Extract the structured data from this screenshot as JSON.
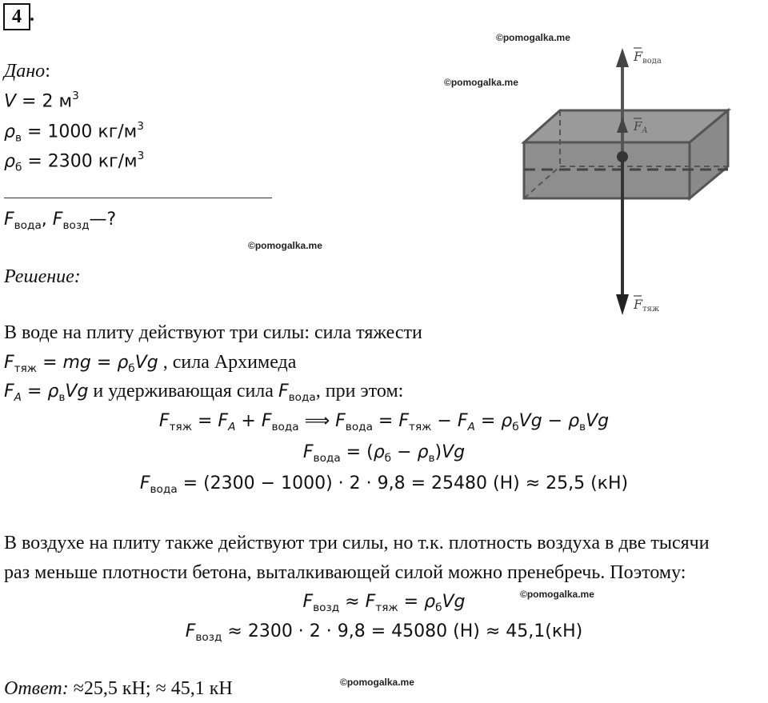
{
  "problem_number": "4",
  "watermarks": [
    "©pomogalka.me",
    "©pomogalka.me",
    "©pomogalka.me",
    "©pomogalka.me",
    "©pomogalka.me"
  ],
  "given": {
    "label": "Дано",
    "colon": ":",
    "V_value": " = 2 м",
    "rho_w_value": " = 1000 кг/м",
    "rho_b_value": " = 2300 кг/м",
    "sub_v": "в",
    "sub_b": "б",
    "sup_3": "3"
  },
  "find": {
    "sub_voda": "вода",
    "sub_vozd": "возд",
    "tail": "—?"
  },
  "solution_label": "Решение:",
  "text": {
    "p1": "В воде на плиту действуют три силы: сила тяжести",
    "p2_tail": " , сила Архимеда",
    "p3_mid": " и удерживающая сила ",
    "p3_tail": ", при этом:",
    "p4_line1": "В воздухе на плиту также действуют три силы, но т.к. плотность воздуха в две тысячи",
    "p4_line2": "раз меньше плотности бетона, выталкивающей силой можно пренебречь. Поэтому:"
  },
  "subs": {
    "tyazh": "тяж",
    "A": "A",
    "voda": "вода",
    "vozd": "возд",
    "v": "в",
    "b": "б"
  },
  "formulas": {
    "f3": " = (2300 − 1000) · 2 · 9,8 = 25480 (Н) ≈ 25,5 (кН)",
    "f5": " ≈ 2300 · 2 · 9,8 = 45080 (Н) ≈ 45,1(кН)"
  },
  "answer": {
    "label": "Ответ:",
    "value": " ≈25,5 кН; ≈ 45,1 кН"
  },
  "figure": {
    "label_top_sub": "вода",
    "label_mid_sub": "A",
    "label_bottom_sub": "тяж"
  }
}
